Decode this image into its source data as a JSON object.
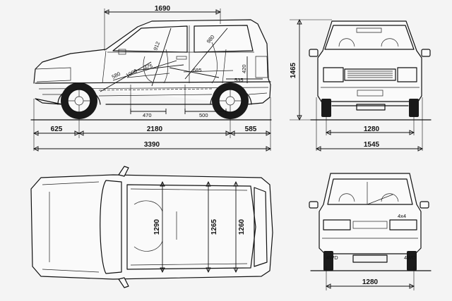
{
  "dimensions": {
    "side_top": "1690",
    "height": "1465",
    "front_overhang": "625",
    "wheelbase": "2180",
    "rear_overhang": "585",
    "overall_length": "3390",
    "front_track": "1280",
    "overall_width": "1545",
    "rear_track": "1280",
    "width_front_interior": "1290",
    "width_mid_interior": "1265",
    "width_rear_interior": "1260",
    "seat_470_a": "470",
    "seat_500": "500",
    "interior_580": "580",
    "interior_1000": "1000",
    "interior_375": "375",
    "interior_912": "912",
    "interior_980": "980",
    "interior_685": "685",
    "interior_420": "420",
    "interior_535": "535"
  },
  "badges": {
    "rear_left": "4WD",
    "rear_right": "4WD",
    "rear_model": "4x4"
  }
}
